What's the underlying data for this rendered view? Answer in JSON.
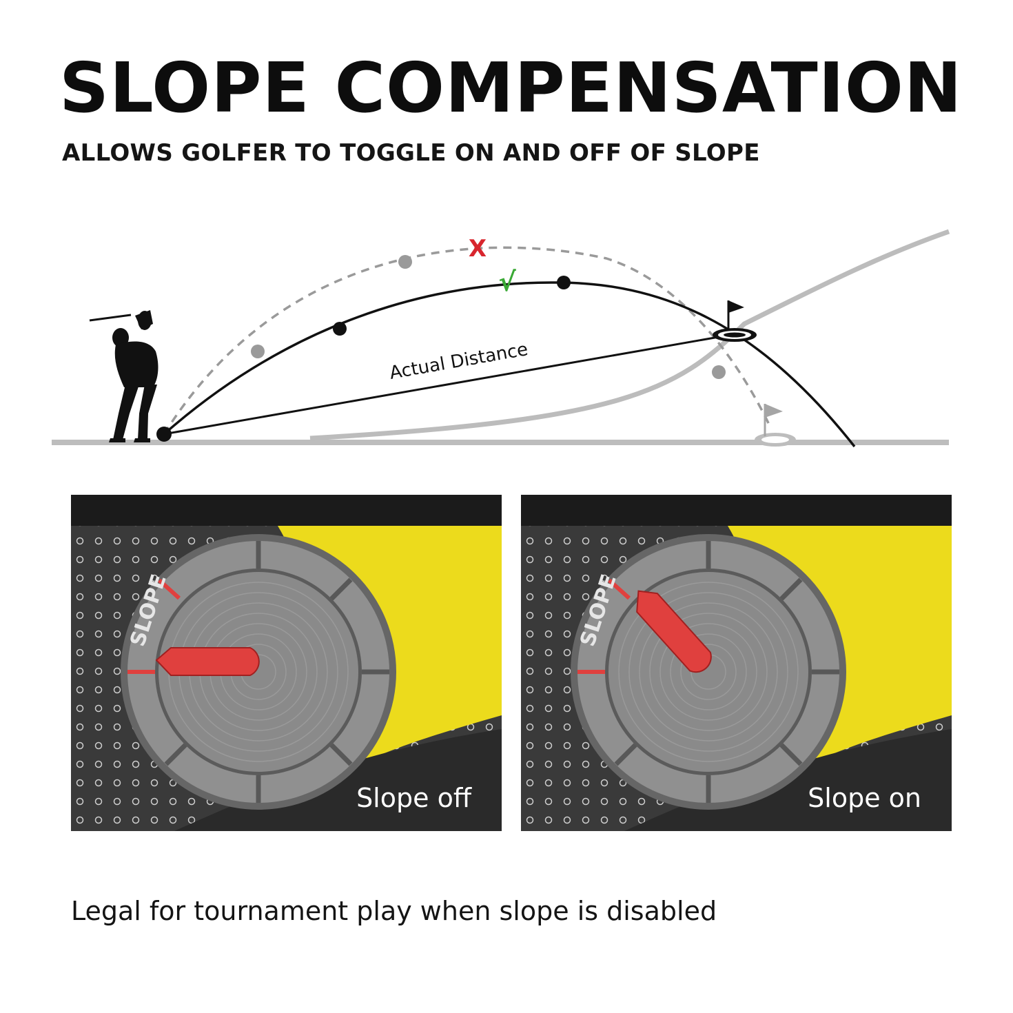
{
  "header": {
    "title": "SLOPE COMPENSATION",
    "subtitle": "ALLOWS GOLFER TO TOGGLE ON AND OFF OF SLOPE"
  },
  "diagram": {
    "distance_label": "Actual Distance",
    "wrong_mark": "X",
    "right_mark": "√",
    "colors": {
      "wrong": "#d8262e",
      "right": "#3aa935",
      "dashed_path": "#9a9a9a",
      "solid_path": "#111111",
      "slope": "#b9b9b9"
    }
  },
  "panels": [
    {
      "label": "Slope off",
      "dial_text": "SLOPE",
      "state": "off"
    },
    {
      "label": "Slope on",
      "dial_text": "SLOPE",
      "state": "on"
    }
  ],
  "colors": {
    "yellow": "#ecdb1c",
    "body_dark": "#3a3a3a",
    "dial_grey": "#8f8f8f",
    "pointer_red": "#e0403e"
  },
  "footer": {
    "note": "Legal for tournament play when slope is disabled"
  }
}
